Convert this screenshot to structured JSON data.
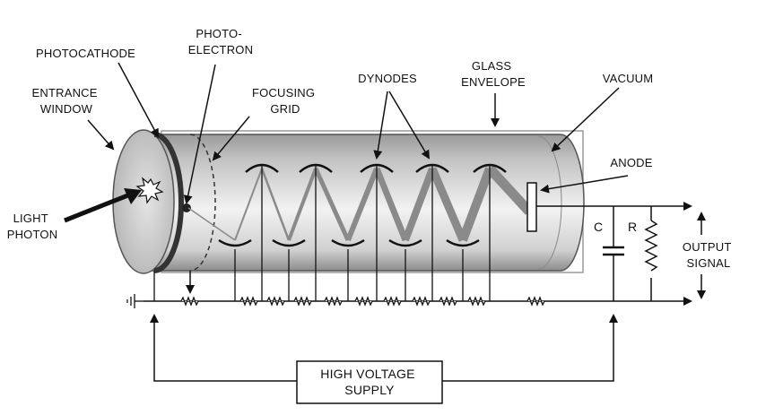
{
  "labels": {
    "photocathode": "PHOTOCATHODE",
    "photoelectron": [
      "PHOTO-",
      "ELECTRON"
    ],
    "entrance_window": [
      "ENTRANCE",
      "WINDOW"
    ],
    "focusing_grid": [
      "FOCUSING",
      "GRID"
    ],
    "dynodes": "DYNODES",
    "glass_envelope": [
      "GLASS",
      "ENVELOPE"
    ],
    "vacuum": "VACUUM",
    "anode": "ANODE",
    "light_photon": [
      "LIGHT",
      "PHOTON"
    ],
    "capacitor": "C",
    "resistor": "R",
    "output_signal": [
      "OUTPUT",
      "SIGNAL"
    ],
    "high_voltage_supply": [
      "HIGH VOLTAGE",
      "SUPPLY"
    ]
  },
  "colors": {
    "ink": "#111111",
    "tube_mid": "#c8c8c8",
    "tube_dark": "#7a7a7a",
    "beam": "#8a8a8a",
    "window": "#d4d4d4"
  }
}
